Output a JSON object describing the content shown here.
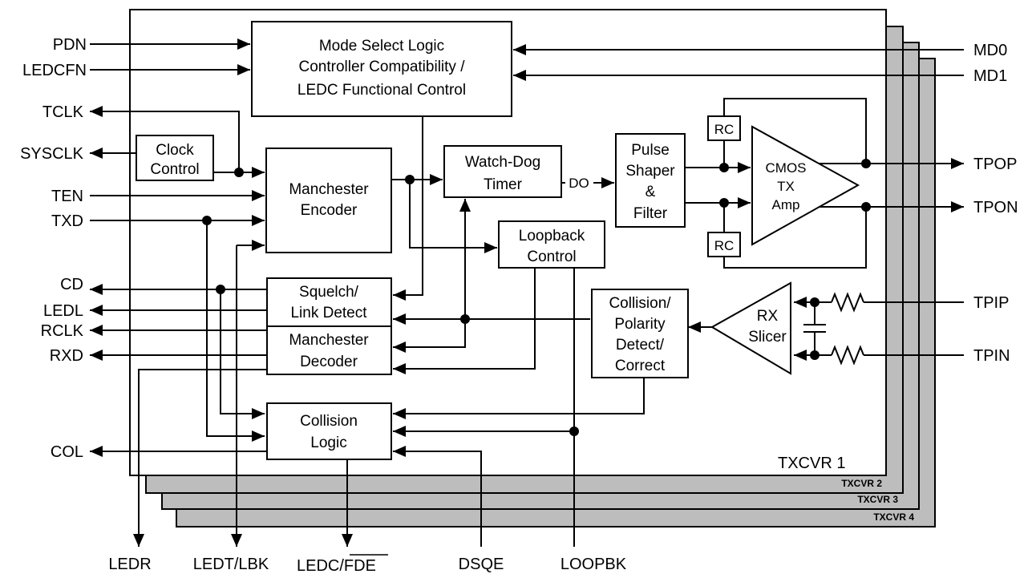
{
  "blocks": {
    "mode_select": [
      "Mode Select Logic",
      "Controller Compatibility /",
      "LEDC Functional Control"
    ],
    "clock_control": [
      "Clock",
      "Control"
    ],
    "manchester_encoder": [
      "Manchester",
      "Encoder"
    ],
    "watchdog_timer": [
      "Watch-Dog",
      "Timer"
    ],
    "pulse_shaper": [
      "Pulse",
      "Shaper",
      "&",
      "Filter"
    ],
    "cmos_tx_amp": [
      "CMOS",
      "TX",
      "Amp"
    ],
    "rc_top": "RC",
    "rc_bottom": "RC",
    "loopback_control": [
      "Loopback",
      "Control"
    ],
    "squelch": [
      "Squelch/",
      "Link Detect"
    ],
    "manchester_decoder": [
      "Manchester",
      "Decoder"
    ],
    "collision_polarity": [
      "Collision/",
      "Polarity",
      "Detect/",
      "Correct"
    ],
    "rx_slicer": [
      "RX",
      "Slicer"
    ],
    "collision_logic": [
      "Collision",
      "Logic"
    ],
    "do_label": "DO"
  },
  "left_signals": {
    "pdn": "PDN",
    "ledcfn": "LEDCFN",
    "tclk": "TCLK",
    "sysclk": "SYSCLK",
    "ten": "TEN",
    "txd": "TXD",
    "cd": "CD",
    "ledl": "LEDL",
    "rclk": "RCLK",
    "rxd": "RXD",
    "col": "COL"
  },
  "right_signals": {
    "md0": "MD0",
    "md1": "MD1",
    "tpop": "TPOP",
    "tpon": "TPON",
    "tpip": "TPIP",
    "tpin": "TPIN"
  },
  "bottom_signals": {
    "ledr": "LEDR",
    "ledt_lbk": "LEDT/LBK",
    "ledc": "LEDC/",
    "fde": "FDE",
    "dsqe": "DSQE",
    "loopbk": "LOOPBK"
  },
  "transceivers": {
    "t1": "TXCVR 1",
    "t2": "TXCVR 2",
    "t3": "TXCVR 3",
    "t4": "TXCVR 4"
  }
}
